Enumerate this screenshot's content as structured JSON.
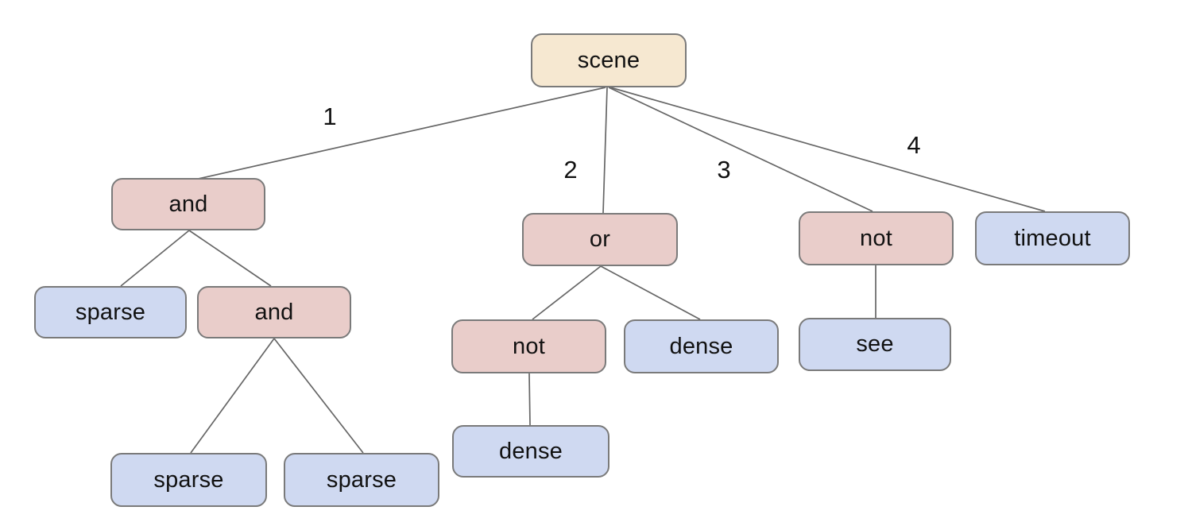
{
  "diagram": {
    "colors": {
      "root_fill": "#f6e8d1",
      "operator_fill": "#e9cdca",
      "leaf_fill": "#cfd9f1",
      "node_border": "#7a7a7a",
      "edge_line": "#666666",
      "text": "#111111",
      "background": "#ffffff"
    },
    "tree": {
      "label": "scene",
      "children": [
        {
          "edge": "1",
          "label": "and",
          "children": [
            {
              "label": "sparse",
              "children": []
            },
            {
              "label": "and",
              "children": [
                {
                  "label": "sparse",
                  "children": []
                },
                {
                  "label": "sparse",
                  "children": []
                }
              ]
            }
          ]
        },
        {
          "edge": "2",
          "label": "or",
          "children": [
            {
              "label": "not",
              "children": [
                {
                  "label": "dense",
                  "children": []
                }
              ]
            },
            {
              "label": "dense",
              "children": []
            }
          ]
        },
        {
          "edge": "3",
          "label": "not",
          "children": [
            {
              "label": "see",
              "children": []
            }
          ]
        },
        {
          "edge": "4",
          "label": "timeout",
          "children": []
        }
      ]
    }
  }
}
